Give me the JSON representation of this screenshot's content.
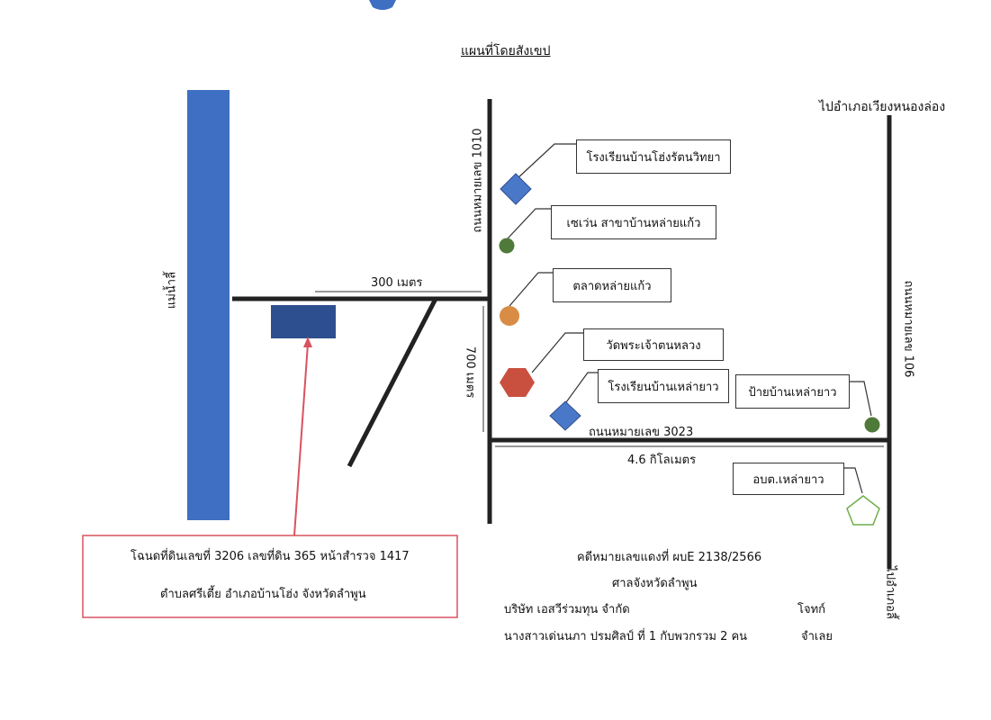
{
  "title": "แผนที่โดยสังเขป",
  "labels": {
    "river": "แม่น้ำลี้",
    "road_1010": "ถนนหมายเลข 1010",
    "road_106": "ถนนหมายเลข 106",
    "road_3023": "ถนนหมายเลข 3023",
    "to_wiang_nong_long": "ไปอำเภอเวียงหนองล่อง",
    "to_li": "ไปอำเภอลี้",
    "dist_300": "300 เมตร",
    "dist_700": "700 เมตร",
    "dist_46": "4.6 กิโลเมตร"
  },
  "landmarks": {
    "school_hong": "โรงเรียนบ้านโฮ่งรัตนวิทยา",
    "seven_eleven": "เซเว่น สาขาบ้านหล่ายแก้ว",
    "market": "ตลาดหล่ายแก้ว",
    "temple": "วัดพระเจ้าตนหลวง",
    "school_laoyao": "โรงเรียนบ้านเหล่ายาว",
    "sign_laoyao": "ป้ายบ้านเหล่ายาว",
    "sao_laoyao": "อบต.เหล่ายาว"
  },
  "deed": {
    "line1": "โฉนดที่ดินเลขที่ 3206 เลขที่ดิน 365 หน้าสำรวจ 1417",
    "line2": "ตำบลศรีเตี้ย  อำเภอบ้านโฮ่ง จังหวัดลำพูน"
  },
  "case": {
    "number": "คดีหมายเลขแดงที่ ผบE 2138/2566",
    "court": "ศาลจังหวัดลำพูน",
    "plaintiff": "บริษัท เอสวีร่วมทุน จำกัด",
    "plaintiff_role": "โจทก์",
    "defendant": "นางสาวเด่นนภา ปรมศิลป์ ที่ 1  กับพวกรวม 2 คน",
    "defendant_role": "จำเลย"
  },
  "colors": {
    "river": "#3e6fc2",
    "plot": "#2e4f8f",
    "arrow": "#d9535f",
    "school_marker": "#4a78c9",
    "seven_marker": "#4f7a3a",
    "market_marker": "#d98c45",
    "temple_marker": "#c9503f",
    "sao_marker": "#6fae4a"
  }
}
